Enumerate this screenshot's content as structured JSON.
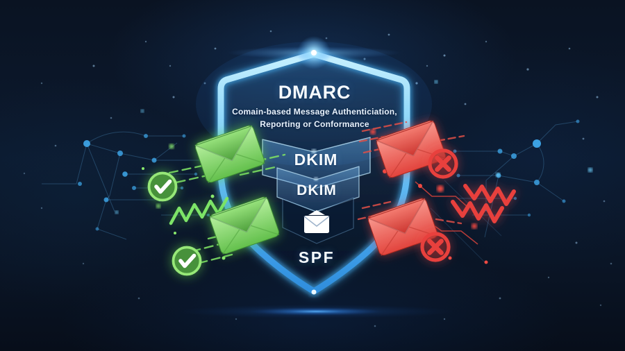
{
  "illustration": {
    "title": "DMARC",
    "subtitle_line1": "Comain-based Message Authenticiation,",
    "subtitle_line2": "Reporting or Conformance",
    "layer1_label": "DKIM",
    "layer2_label": "DKIM",
    "layer3_label": "SPF"
  },
  "icons": {
    "shield": "shield-outline-icon",
    "valid_mail": "green-envelope-icon",
    "invalid_mail": "red-envelope-icon",
    "pass_badge": "check-circle-icon",
    "fail_badge": "x-circle-icon",
    "message": "white-envelope-icon",
    "pass_path": "green-zigzag-icon",
    "fail_path": "red-zigzag-icon"
  },
  "colors": {
    "background": "#0b1727",
    "shield_stroke_light": "#bdeeff",
    "shield_stroke_dark": "#2f8fe0",
    "pass_green": "#6ecb54",
    "fail_red": "#e8403a",
    "node_blue": "#3fa9ec",
    "text_white": "#f6fbff"
  }
}
